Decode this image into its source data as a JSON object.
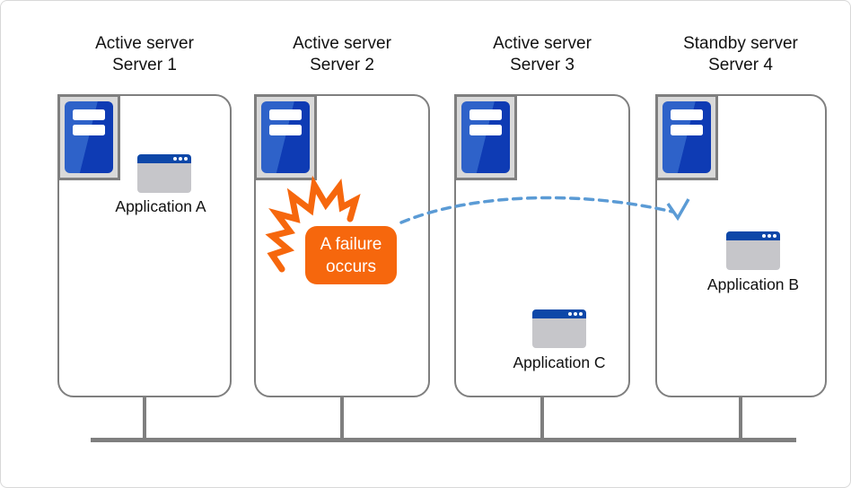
{
  "servers": [
    {
      "role_label": "Active server",
      "name_label": "Server 1",
      "app_label": "Application A"
    },
    {
      "role_label": "Active server",
      "name_label": "Server 2"
    },
    {
      "role_label": "Active server",
      "name_label": "Server 3",
      "app_label": "Application C"
    },
    {
      "role_label": "Standby server",
      "name_label": "Server 4",
      "app_label": "Application B"
    }
  ],
  "callout": {
    "line1": "A failure",
    "line2": "occurs"
  },
  "icons": {
    "server_icon": "server-tower",
    "app_icon": "application-window",
    "burst_icon": "failure-burst",
    "arrow_icon": "failover-dashed-arrow"
  },
  "colors": {
    "orange": "#F6670D",
    "arrow_blue": "#5B9BD5",
    "server_blue_light": "#2E62C9",
    "server_blue_dark": "#0E3BB4",
    "appbar_blue": "#0D47A8",
    "outline_gray": "#7F7F7F",
    "icon_box_gray": "#D9D9D9",
    "app_body_gray": "#C6C6CA"
  }
}
